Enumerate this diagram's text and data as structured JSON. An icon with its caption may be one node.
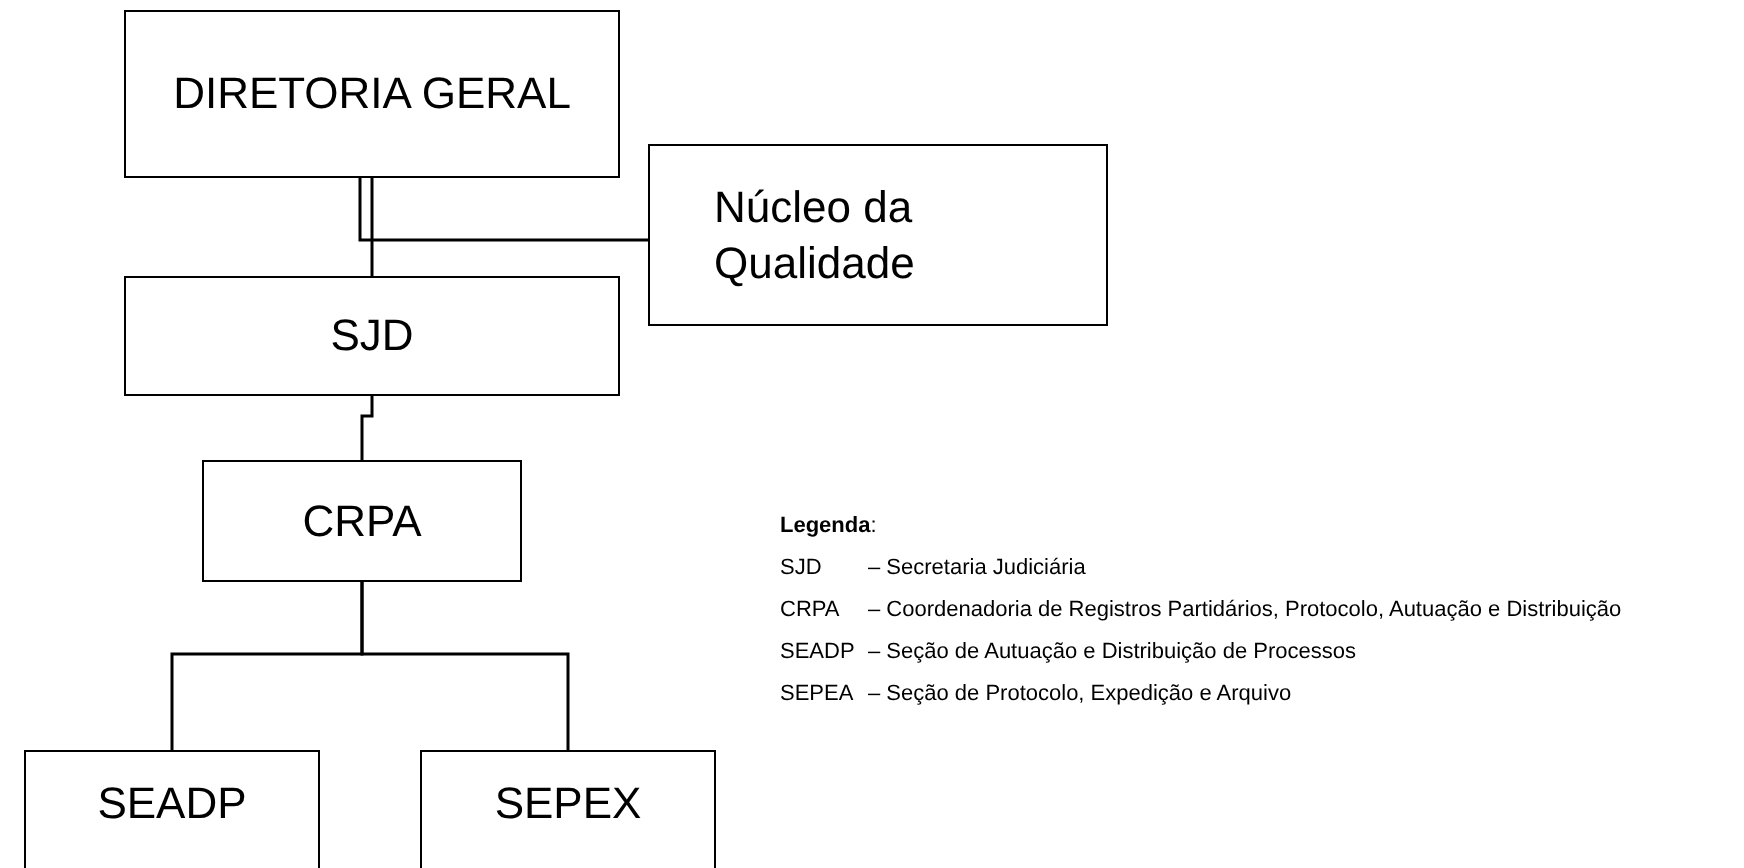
{
  "diagram": {
    "nodes": [
      {
        "text": [
          "DIRETORIA GERAL"
        ]
      },
      {
        "text": [
          "Núcleo da Qualidade"
        ]
      },
      {
        "text": [
          "SJD"
        ]
      },
      {
        "text": [
          "CRPA"
        ]
      },
      {
        "text": [
          "SEADP"
        ]
      },
      {
        "text": [
          "SEPEX"
        ]
      }
    ],
    "edges": [
      {
        "from": 0,
        "to": 2,
        "arrow": "none"
      },
      {
        "from": 0,
        "to": 1,
        "arrow": "none"
      },
      {
        "from": 2,
        "to": 3,
        "arrow": "none"
      },
      {
        "from": 3,
        "to": 4,
        "arrow": "none"
      },
      {
        "from": 3,
        "to": 5,
        "arrow": "none"
      }
    ],
    "labels": [
      "**Legenda**:",
      "SJD",
      "– Secretaria Judiciária",
      "CRPA",
      "– Coordenadoria de Registros Partidários, Protocolo, Autuação e Distribuição",
      "SEADP",
      "– Seção de Autuação e Distribuição de Processos",
      "SEPEA",
      "– Seção de Protocolo, Expedição e Arquivo"
    ]
  }
}
